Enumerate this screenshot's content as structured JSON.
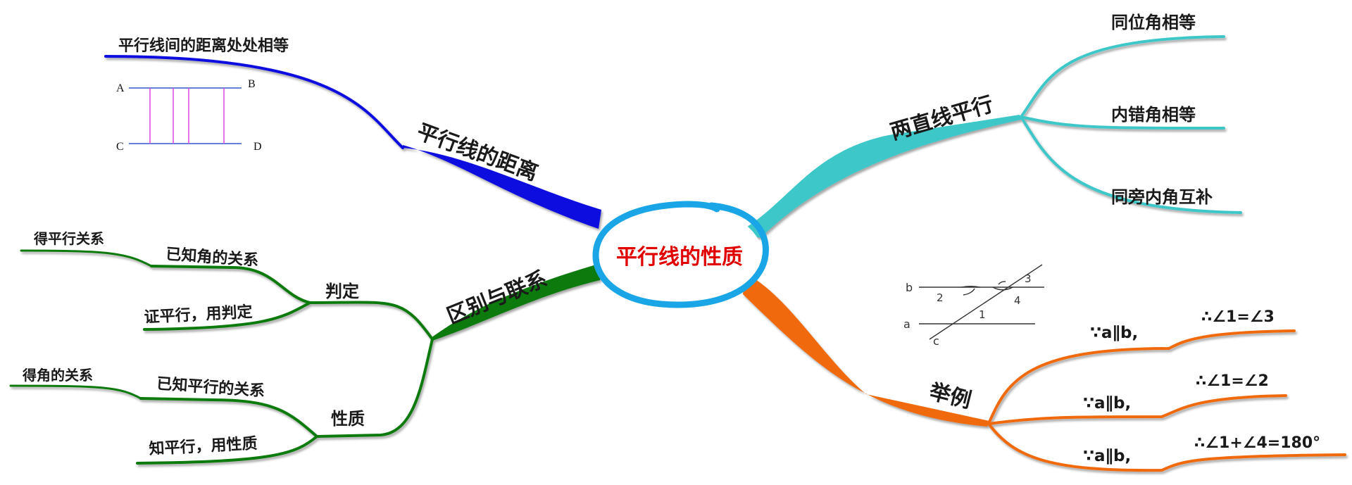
{
  "center": {
    "title": "平行线的性质",
    "title_color": "#e00000",
    "ring_color": "#1aa6e6"
  },
  "branches": {
    "distance": {
      "label": "平行线的距离",
      "color": "#0a0ae0",
      "leaf": "平行线间的距离处处相等",
      "figure": {
        "points": [
          "A",
          "B",
          "C",
          "D"
        ]
      }
    },
    "parallel": {
      "label": "两直线平行",
      "color": "#3cc7c9",
      "children": [
        "同位角相等",
        "内错角相等",
        "同旁内角互补"
      ]
    },
    "example": {
      "label": "举例",
      "color": "#f06a0a",
      "figure": {
        "lines": [
          "a",
          "b",
          "c"
        ],
        "angles": [
          "1",
          "2",
          "3",
          "4"
        ]
      },
      "rows": [
        {
          "premise": "∵a∥b,",
          "conclusion": "∴∠1=∠3"
        },
        {
          "premise": "∵a∥b,",
          "conclusion": "∴∠1=∠2"
        },
        {
          "premise": "∵a∥b,",
          "conclusion": "∴∠1+∠4=180°"
        }
      ]
    },
    "relation": {
      "label": "区别与联系",
      "color": "#0e7a0e",
      "groups": [
        {
          "label": "判定",
          "children": [
            {
              "label": "已知角的关系",
              "leaf": "得平行关系"
            },
            {
              "label": "证平行，用判定"
            }
          ]
        },
        {
          "label": "性质",
          "children": [
            {
              "label": "已知平行的关系",
              "leaf": "得角的关系"
            },
            {
              "label": "知平行，用性质"
            }
          ]
        }
      ]
    }
  }
}
